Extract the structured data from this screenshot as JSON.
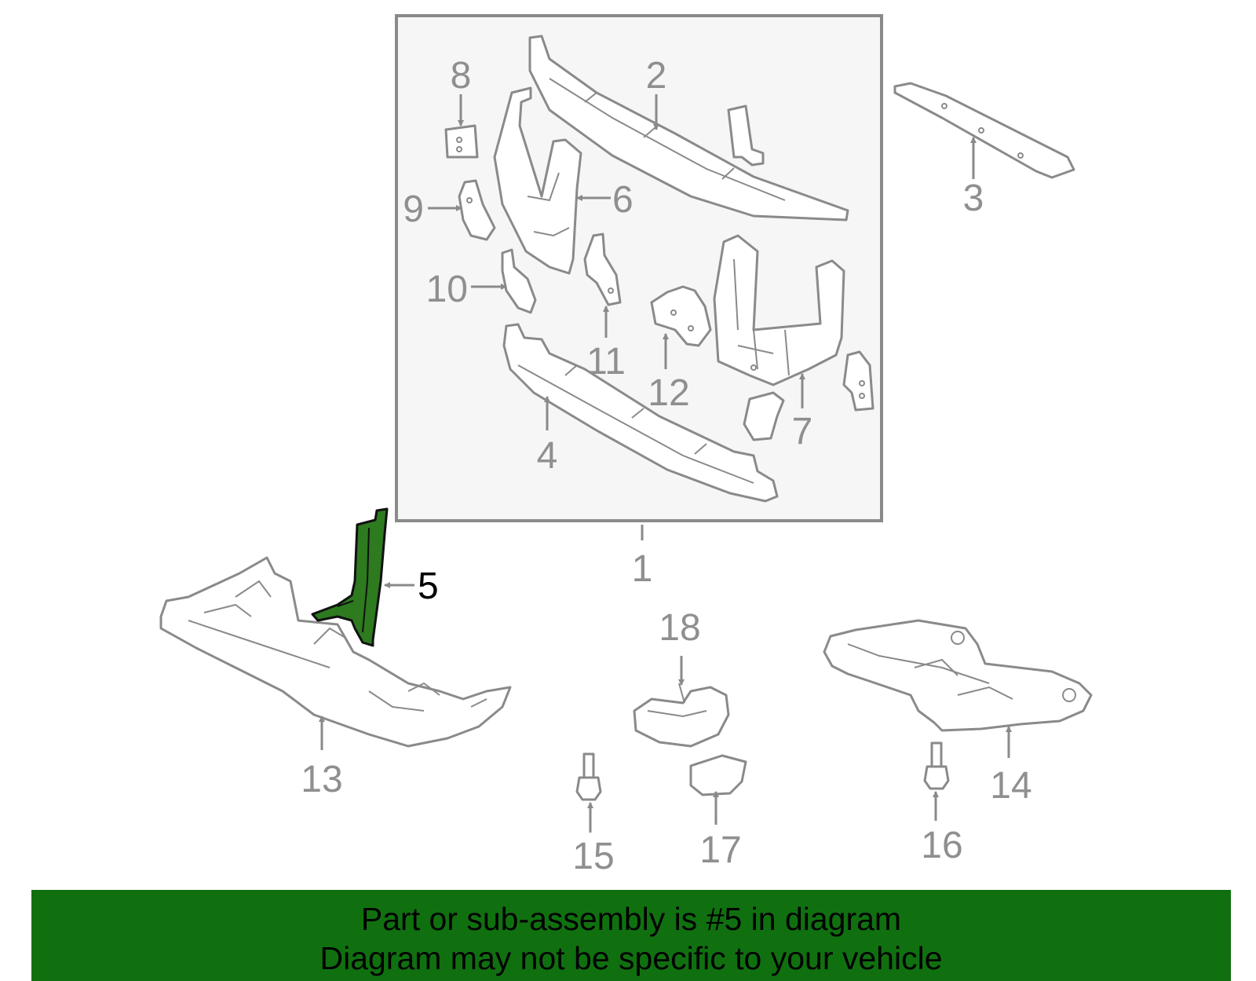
{
  "diagram": {
    "highlight_part": "5",
    "colors": {
      "highlight": "#2d7a1f",
      "banner": "#107010",
      "lines": "#8a8a8a"
    },
    "callouts": [
      {
        "id": "1",
        "text": "1"
      },
      {
        "id": "2",
        "text": "2"
      },
      {
        "id": "3",
        "text": "3"
      },
      {
        "id": "4",
        "text": "4"
      },
      {
        "id": "5",
        "text": "5"
      },
      {
        "id": "6",
        "text": "6"
      },
      {
        "id": "7",
        "text": "7"
      },
      {
        "id": "8",
        "text": "8"
      },
      {
        "id": "9",
        "text": "9"
      },
      {
        "id": "10",
        "text": "10"
      },
      {
        "id": "11",
        "text": "11"
      },
      {
        "id": "12",
        "text": "12"
      },
      {
        "id": "13",
        "text": "13"
      },
      {
        "id": "14",
        "text": "14"
      },
      {
        "id": "15",
        "text": "15"
      },
      {
        "id": "16",
        "text": "16"
      },
      {
        "id": "17",
        "text": "17"
      },
      {
        "id": "18",
        "text": "18"
      }
    ]
  },
  "banner": {
    "line1": "Part or sub-assembly is #5 in diagram",
    "line2": "Diagram may not be specific to your vehicle"
  }
}
